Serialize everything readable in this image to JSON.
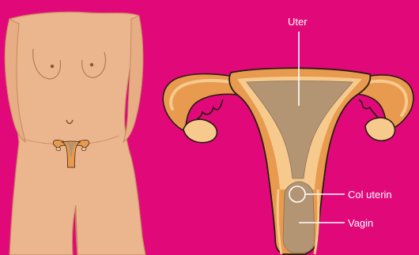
{
  "labels": {
    "uterus": "Uter",
    "cervix": "Col uterin",
    "vagina": "Vagin"
  },
  "colors": {
    "background": "#e1097a",
    "skin": "#ebb68e",
    "organ": "#e89a4e",
    "organ_light": "#f6c98d",
    "cavity": "#b39574",
    "outline": "#2a1a12",
    "leader_line": "#ffffff"
  }
}
